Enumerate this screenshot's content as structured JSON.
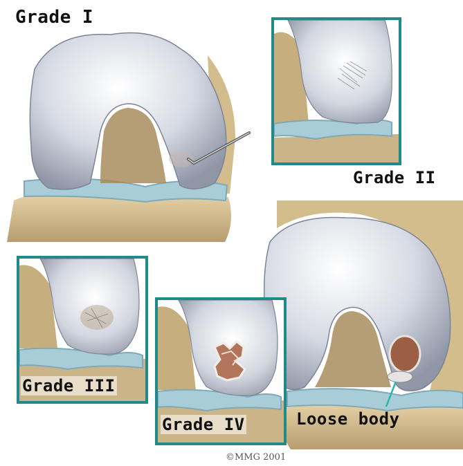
{
  "labels": {
    "grade1": "Grade I",
    "grade2": "Grade II",
    "grade3": "Grade III",
    "grade4": "Grade IV",
    "loose_body": "Loose body"
  },
  "credit": "©MMG 2001",
  "colors": {
    "frame": "#1f8a88",
    "cartilage": "#c8ccd6",
    "meniscus": "#a9cdd8",
    "bone": "#d9c49a",
    "lesion": "#b0755a"
  }
}
